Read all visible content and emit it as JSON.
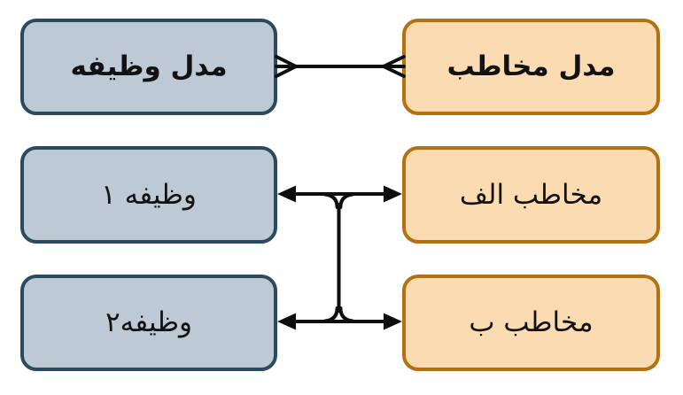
{
  "diagram": {
    "nodes": [
      {
        "id": "model-vazife",
        "label": "مدل وظیفه",
        "style": "blue",
        "bold": true
      },
      {
        "id": "model-mokhatab",
        "label": "مدل مخاطب",
        "style": "orange",
        "bold": true
      },
      {
        "id": "vazife-1",
        "label": "وظیفه ۱",
        "style": "blue",
        "bold": false
      },
      {
        "id": "mokhatab-alef",
        "label": "مخاطب الف",
        "style": "orange",
        "bold": false
      },
      {
        "id": "vazife-2",
        "label": "وظیفه۲",
        "style": "blue",
        "bold": false
      },
      {
        "id": "mokhatab-b",
        "label": "مخاطب ب",
        "style": "orange",
        "bold": false
      }
    ],
    "connectors": [
      {
        "from": "مدل وظیفه",
        "to": "مدل مخاطب",
        "type": "many-to-many",
        "notation": "crow's-foot-both-ends"
      },
      {
        "from": "وظیفه ۱",
        "to": "مخاطب الف",
        "type": "double-headed-arrow"
      },
      {
        "from": "وظیفه۲",
        "to": "مخاطب ب",
        "type": "double-headed-arrow"
      },
      {
        "from": "double-arrow-top",
        "to": "double-arrow-bottom",
        "type": "vertical-bus-link"
      }
    ],
    "colors": {
      "background": "#ffffff",
      "function_fill": "#bdc9d4",
      "function_border": "#2b4a60",
      "audience_fill": "#fbdbb1",
      "audience_border": "#b5700f",
      "connector": "#0e0e0e"
    }
  }
}
